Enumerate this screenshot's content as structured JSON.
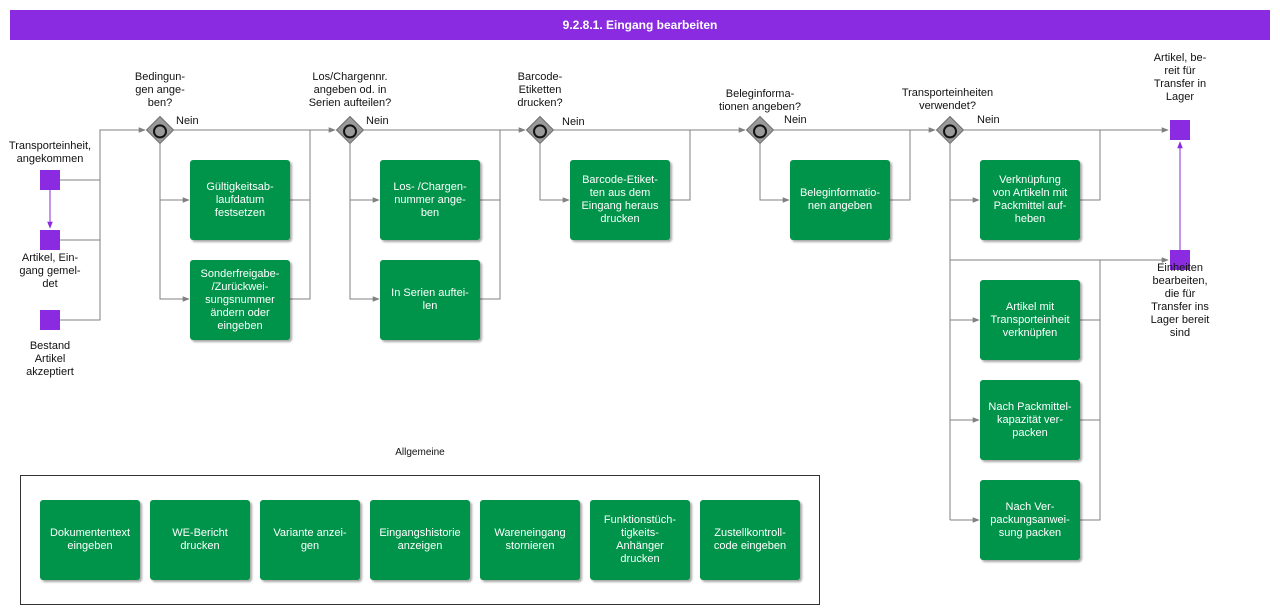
{
  "diagram": {
    "title": "9.2.8.1. Eingang bearbeiten",
    "colors": {
      "header": "#8a2be2",
      "event": "#8a2be2",
      "task": "#00944a",
      "gateway": "#9a9a9a",
      "wire": "#808080",
      "event_wire": "#8a2be2"
    },
    "events": {
      "start_1": "Transporteinheit,\nangekommen",
      "start_2": "Artikel, Ein-\ngang gemel-\ndet",
      "start_3": "Bestand\nArtikel\nakzeptiert",
      "end_1": "Artikel, be-\nreit für\nTransfer in\nLager",
      "end_2": "Einheiten\nbearbeiten,\ndie für\nTransfer ins\nLager bereit\nsind"
    },
    "gateways": {
      "g1": "Bedingun-\ngen ange-\nben?",
      "g2": "Los/Chargennr.\nangeben od. in\nSerien aufteilen?",
      "g3": "Barcode-\nEtiketten\ndrucken?",
      "g4": "Beleginforma-\ntionen angeben?",
      "g5": "Transporteinheiten\nverwendet?",
      "no_label": "Nein"
    },
    "tasks": {
      "t1": "Gültigkeitsab-\nlaufdatum festsetzen",
      "t2": "Sonderfreigabe-\n/Zurückwei-\nsungsnummer\nändern oder\neingeben",
      "t3": "Los- /Chargen-\nnummer ange-\nben",
      "t4": "In Serien auftei-\nlen",
      "t5": "Barcode-Etiket-\nten aus dem\nEingang heraus\ndrucken",
      "t6": "Beleginformatio-\nnen angeben",
      "t7": "Verknüpfung\nvon Artikeln mit\nPackmittel auf-\nheben",
      "t8": "Artikel mit\nTransporteinheit\nverknüpfen",
      "t9": "Nach Packmittel-\nkapazität ver-\npacken",
      "t10": "Nach Ver-\npackungsanwei-\nsung packen"
    },
    "general": {
      "title": "Allgemeine\nAktivitäten",
      "items": [
        "Dokumententext\neingeben",
        "WE-Bericht\ndrucken",
        "Variante anzei-\ngen",
        "Eingangshistorie\nanzeigen",
        "Wareneingang\nstornieren",
        "Funktionstüch-\ntigkeits-\nAnhänger\ndrucken",
        "Zustellkontroll-\ncode eingeben"
      ]
    }
  }
}
